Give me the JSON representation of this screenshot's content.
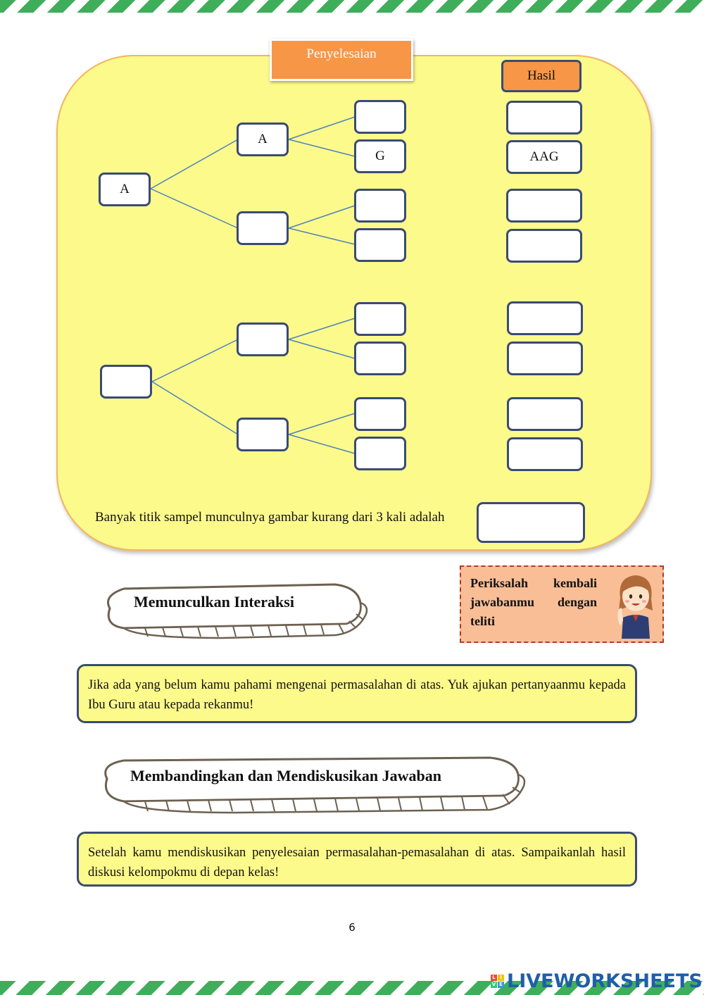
{
  "header": {
    "solution_tab": "Penyelesaian",
    "result_label": "Hasil"
  },
  "tree": {
    "root1": "A",
    "branch1a": "A",
    "leaf1a2": "G",
    "result1a2": "AAG",
    "empty": ""
  },
  "answer": {
    "label": "Banyak titik sampel munculnya gambar kurang dari 3 kali adalah",
    "value": ""
  },
  "section1": {
    "title": "Memunculkan Interaksi"
  },
  "note": {
    "text": "Periksalah kembali jawabanmu dengan teliti"
  },
  "info1": {
    "text": "Jika ada yang belum kamu pahami mengenai permasalahan di atas. Yuk ajukan pertanyaanmu kepada Ibu Guru atau kepada rekanmu!"
  },
  "section2": {
    "title": "Membandingkan dan Mendiskusikan Jawaban"
  },
  "info2": {
    "text": "Setelah kamu mendiskusikan penyelesaian permasalahan-pemasalahan di atas. Sampaikanlah hasil diskusi kelompokmu di depan kelas!"
  },
  "footer": {
    "page_number": "6",
    "brand": "LIVEWORKSHEETS",
    "logo_letters": [
      "L",
      "I",
      "V",
      "E"
    ]
  },
  "colors": {
    "panel": "#fdfa8c",
    "orange": "#f79646",
    "border": "#3a4b73",
    "stripe": "#3fae5a",
    "brand": "#1e5fa8"
  }
}
